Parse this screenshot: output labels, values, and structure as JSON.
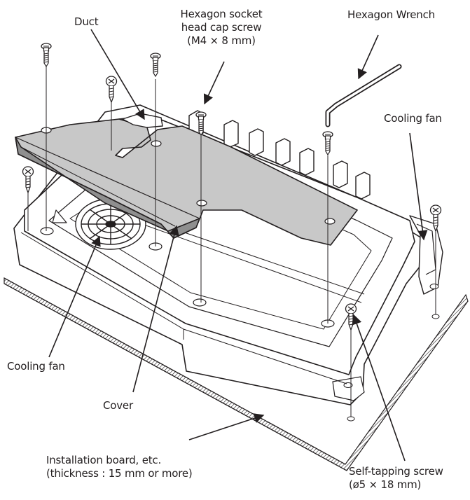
{
  "labels": {
    "duct": "Duct",
    "hex_screw": [
      "Hexagon socket",
      "head cap screw",
      "(M4 × 8 mm)"
    ],
    "hex_wrench": "Hexagon Wrench",
    "cooling_fan_right": "Cooling fan",
    "cooling_fan_left": "Cooling fan",
    "cover": "Cover",
    "installation_board": [
      "Installation board, etc.",
      "(thickness : 15 mm or more)"
    ],
    "tapping_screw": [
      "Self-tapping screw",
      "(ø5 × 18 mm)"
    ]
  },
  "colors": {
    "ink": "#231f20",
    "cover_fill": "#c8c8c8",
    "cover_dark": "#8f8f8f",
    "board_hatch": "#231f20"
  }
}
